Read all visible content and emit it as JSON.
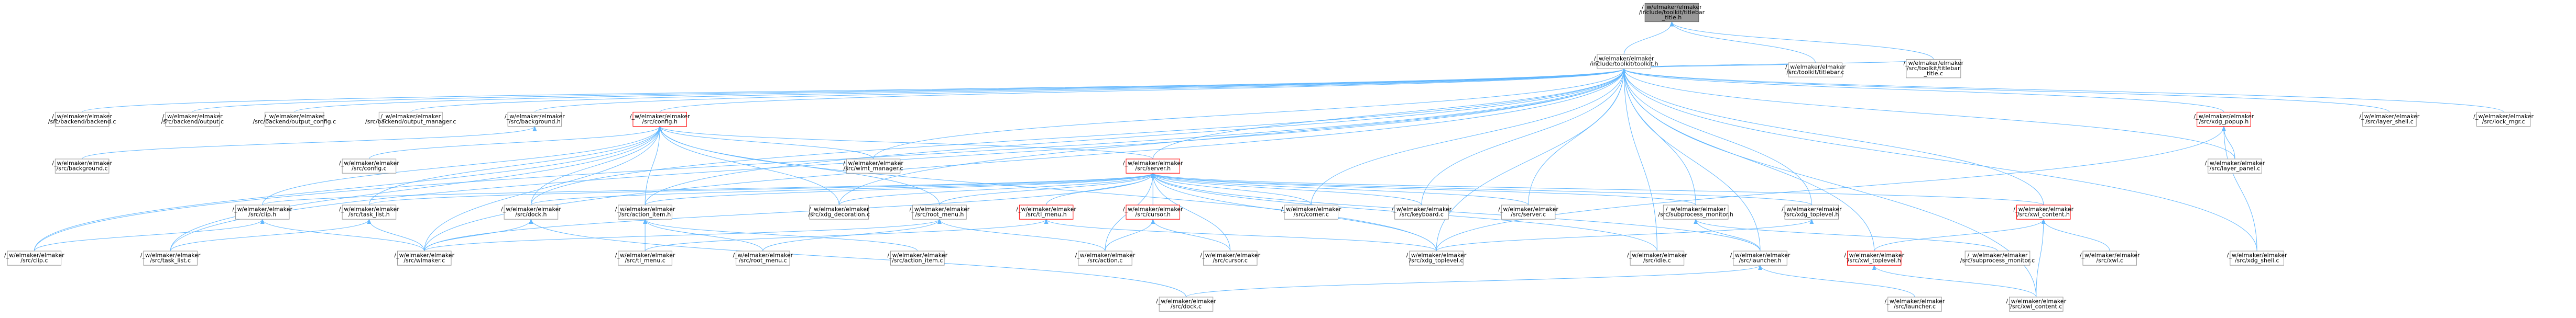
{
  "colors": {
    "edge": "#63b8ff",
    "node_fill": "#ffffff",
    "node_border": "#999999",
    "focus_fill": "#999999",
    "focus_border": "#666666",
    "red_border": "#ff0000"
  },
  "nodes": [
    {
      "id": "focus",
      "style": "focus",
      "lines": [
        "/_w/elmaker/elmaker",
        "/include/toolkit/titlebar",
        "_title.h"
      ]
    },
    {
      "id": "toolkit_h",
      "style": "normal",
      "lines": [
        "/_w/elmaker/elmaker",
        "/include/toolkit/toolkit.h"
      ]
    },
    {
      "id": "tk_titlebar_c",
      "style": "normal",
      "lines": [
        "/_w/elmaker/elmaker",
        "/src/toolkit/titlebar.c"
      ]
    },
    {
      "id": "tk_titlebar_title_c",
      "style": "normal",
      "lines": [
        "/_w/elmaker/elmaker",
        "/src/toolkit/titlebar",
        "_title.c"
      ]
    },
    {
      "id": "backend_h",
      "style": "normal",
      "lines": [
        "/_w/elmaker/elmaker",
        "/src/backend/backend.c"
      ]
    },
    {
      "id": "output_c",
      "style": "normal",
      "lines": [
        "/_w/elmaker/elmaker",
        "/src/backend/output.c"
      ]
    },
    {
      "id": "output_config_c",
      "style": "normal",
      "lines": [
        "/_w/elmaker/elmaker",
        "/src/backend/output_config.c"
      ]
    },
    {
      "id": "output_manager_c",
      "style": "normal",
      "lines": [
        "/_w/elmaker/elmaker",
        "/src/backend/output_manager.c"
      ]
    },
    {
      "id": "background_h",
      "style": "normal",
      "lines": [
        "/_w/elmaker/elmaker",
        "/src/background.h"
      ]
    },
    {
      "id": "config_h",
      "style": "red",
      "lines": [
        "/_w/elmaker/elmaker",
        "/src/config.h"
      ]
    },
    {
      "id": "xdg_popup_h",
      "style": "red",
      "lines": [
        "/_w/elmaker/elmaker",
        "/src/xdg_popup.h"
      ]
    },
    {
      "id": "layer_shell_c",
      "style": "normal",
      "lines": [
        "/_w/elmaker/elmaker",
        "/src/layer_shell.c"
      ]
    },
    {
      "id": "lock_mgr_c",
      "style": "normal",
      "lines": [
        "/_w/elmaker/elmaker",
        "/src/lock_mgr.c"
      ]
    },
    {
      "id": "background_c",
      "style": "normal",
      "lines": [
        "/_w/elmaker/elmaker",
        "/src/background.c"
      ]
    },
    {
      "id": "config_c",
      "style": "normal",
      "lines": [
        "/_w/elmaker/elmaker",
        "/src/config.c"
      ]
    },
    {
      "id": "wlr_manager_c",
      "style": "normal",
      "lines": [
        "/_w/elmaker/elmaker",
        "/src/wlmt_manager.c"
      ]
    },
    {
      "id": "server_h",
      "style": "red",
      "lines": [
        "/_w/elmaker/elmaker",
        "/src/server.h"
      ]
    },
    {
      "id": "layer_panel_c",
      "style": "normal",
      "lines": [
        "/_w/elmaker/elmaker",
        "/src/layer_panel.c"
      ]
    },
    {
      "id": "clip_h",
      "style": "normal",
      "lines": [
        "/_w/elmaker/elmaker",
        "/src/clip.h"
      ]
    },
    {
      "id": "task_list_h",
      "style": "normal",
      "lines": [
        "/_w/elmaker/elmaker",
        "/src/task_list.h"
      ]
    },
    {
      "id": "dock_h",
      "style": "normal",
      "lines": [
        "/_w/elmaker/elmaker",
        "/src/dock.h"
      ]
    },
    {
      "id": "action_item_h",
      "style": "normal",
      "lines": [
        "/_w/elmaker/elmaker",
        "/src/action_item.h"
      ]
    },
    {
      "id": "xdg_decoration_c",
      "style": "normal",
      "lines": [
        "/_w/elmaker/elmaker",
        "/src/xdg_decoration.c"
      ]
    },
    {
      "id": "root_menu_h",
      "style": "normal",
      "lines": [
        "/_w/elmaker/elmaker",
        "/src/root_menu.h"
      ]
    },
    {
      "id": "tl_menu_h",
      "style": "red",
      "lines": [
        "/_w/elmaker/elmaker",
        "/src/tl_menu.h"
      ]
    },
    {
      "id": "cursor_h",
      "style": "red",
      "lines": [
        "/_w/elmaker/elmaker",
        "/src/cursor.h"
      ]
    },
    {
      "id": "corner_c",
      "style": "normal",
      "lines": [
        "/_w/elmaker/elmaker",
        "/src/corner.c"
      ]
    },
    {
      "id": "keyboard_c",
      "style": "normal",
      "lines": [
        "/_w/elmaker/elmaker",
        "/src/keyboard.c"
      ]
    },
    {
      "id": "server_c",
      "style": "normal",
      "lines": [
        "/_w/elmaker/elmaker",
        "/src/server.c"
      ]
    },
    {
      "id": "subprocess_monitor_h",
      "style": "normal",
      "lines": [
        "/_w/elmaker/elmaker",
        "/src/subprocess_monitor.h"
      ]
    },
    {
      "id": "xdg_toplevel_h",
      "style": "normal",
      "lines": [
        "/_w/elmaker/elmaker",
        "/src/xdg_toplevel.h"
      ]
    },
    {
      "id": "xwl_content_h",
      "style": "red",
      "lines": [
        "/_w/elmaker/elmaker",
        "/src/xwl_content.h"
      ]
    },
    {
      "id": "xdg_shell_c",
      "style": "normal",
      "lines": [
        "/_w/elmaker/elmaker",
        "/src/xdg_shell.c"
      ]
    },
    {
      "id": "clip_c",
      "style": "normal",
      "lines": [
        "/_w/elmaker/elmaker",
        "/src/clip.c"
      ]
    },
    {
      "id": "task_list_c",
      "style": "normal",
      "lines": [
        "/_w/elmaker/elmaker",
        "/src/task_list.c"
      ]
    },
    {
      "id": "wlmaker_c",
      "style": "normal",
      "lines": [
        "/_w/elmaker/elmaker",
        "/src/wlmaker.c"
      ]
    },
    {
      "id": "tl_menu_c",
      "style": "normal",
      "lines": [
        "/_w/elmaker/elmaker",
        "/src/tl_menu.c"
      ]
    },
    {
      "id": "root_menu_c",
      "style": "normal",
      "lines": [
        "/_w/elmaker/elmaker",
        "/src/root_menu.c"
      ]
    },
    {
      "id": "action_item_c",
      "style": "normal",
      "lines": [
        "/_w/elmaker/elmaker",
        "/src/action_item.c"
      ]
    },
    {
      "id": "action_c",
      "style": "normal",
      "lines": [
        "/_w/elmaker/elmaker",
        "/src/action.c"
      ]
    },
    {
      "id": "cursor_c",
      "style": "normal",
      "lines": [
        "/_w/elmaker/elmaker",
        "/src/cursor.c"
      ]
    },
    {
      "id": "xdg_toplevel_c",
      "style": "normal",
      "lines": [
        "/_w/elmaker/elmaker",
        "/src/xdg_toplevel.c"
      ]
    },
    {
      "id": "idle_c",
      "style": "normal",
      "lines": [
        "/_w/elmaker/elmaker",
        "/src/idle.c"
      ]
    },
    {
      "id": "launcher_h",
      "style": "normal",
      "lines": [
        "/_w/elmaker/elmaker",
        "/src/launcher.h"
      ]
    },
    {
      "id": "xwl_toplevel_h",
      "style": "red",
      "lines": [
        "/_w/elmaker/elmaker",
        "/src/xwl_toplevel.h"
      ]
    },
    {
      "id": "subprocess_monitor_c",
      "style": "normal",
      "lines": [
        "/_w/elmaker/elmaker",
        "/src/subprocess_monitor.c"
      ]
    },
    {
      "id": "xwl_c",
      "style": "normal",
      "lines": [
        "/_w/elmaker/elmaker",
        "/src/xwl.c"
      ]
    },
    {
      "id": "dock_c",
      "style": "normal",
      "lines": [
        "/_w/elmaker/elmaker",
        "/src/dock.c"
      ]
    },
    {
      "id": "launcher_c",
      "style": "normal",
      "lines": [
        "/_w/elmaker/elmaker",
        "/src/launcher.c"
      ]
    },
    {
      "id": "xwl_content_c",
      "style": "normal",
      "lines": [
        "/_w/elmaker/elmaker",
        "/src/xwl_content.c"
      ]
    }
  ],
  "edges": [
    [
      "toolkit_h",
      "focus"
    ],
    [
      "tk_titlebar_c",
      "focus"
    ],
    [
      "tk_titlebar_title_c",
      "focus"
    ],
    [
      "backend_h",
      "toolkit_h"
    ],
    [
      "output_c",
      "toolkit_h"
    ],
    [
      "output_config_c",
      "toolkit_h"
    ],
    [
      "output_manager_c",
      "toolkit_h"
    ],
    [
      "background_h",
      "toolkit_h"
    ],
    [
      "config_h",
      "toolkit_h"
    ],
    [
      "tk_titlebar_c",
      "toolkit_h"
    ],
    [
      "tk_titlebar_title_c",
      "toolkit_h"
    ],
    [
      "xdg_popup_h",
      "toolkit_h"
    ],
    [
      "layer_shell_c",
      "toolkit_h"
    ],
    [
      "lock_mgr_c",
      "toolkit_h"
    ],
    [
      "server_h",
      "toolkit_h"
    ],
    [
      "wlr_manager_c",
      "toolkit_h"
    ],
    [
      "layer_panel_c",
      "toolkit_h"
    ],
    [
      "clip_c",
      "toolkit_h"
    ],
    [
      "task_list_c",
      "toolkit_h"
    ],
    [
      "wlmaker_c",
      "toolkit_h"
    ],
    [
      "xdg_toplevel_c",
      "toolkit_h"
    ],
    [
      "xwl_content_h",
      "toolkit_h"
    ],
    [
      "xdg_shell_c",
      "toolkit_h"
    ],
    [
      "corner_c",
      "toolkit_h"
    ],
    [
      "keyboard_c",
      "toolkit_h"
    ],
    [
      "server_c",
      "toolkit_h"
    ],
    [
      "subprocess_monitor_h",
      "toolkit_h"
    ],
    [
      "xdg_toplevel_h",
      "toolkit_h"
    ],
    [
      "launcher_h",
      "toolkit_h"
    ],
    [
      "xwl_toplevel_h",
      "toolkit_h"
    ],
    [
      "idle_c",
      "toolkit_h"
    ],
    [
      "xwl_content_c",
      "toolkit_h"
    ],
    [
      "dock_h",
      "toolkit_h"
    ],
    [
      "action_item_h",
      "toolkit_h"
    ],
    [
      "xdg_decoration_c",
      "toolkit_h"
    ],
    [
      "background_c",
      "background_h"
    ],
    [
      "config_c",
      "config_h"
    ],
    [
      "wlr_manager_c",
      "config_h"
    ],
    [
      "server_h",
      "config_h"
    ],
    [
      "clip_h",
      "config_h"
    ],
    [
      "task_list_h",
      "config_h"
    ],
    [
      "dock_h",
      "config_h"
    ],
    [
      "xdg_decoration_c",
      "config_h"
    ],
    [
      "action_item_h",
      "config_h"
    ],
    [
      "wlmaker_c",
      "config_h"
    ],
    [
      "clip_c",
      "config_h"
    ],
    [
      "task_list_c",
      "config_h"
    ],
    [
      "xdg_toplevel_c",
      "config_h"
    ],
    [
      "root_menu_h",
      "config_h"
    ],
    [
      "layer_panel_c",
      "xdg_popup_h"
    ],
    [
      "xdg_shell_c",
      "xdg_popup_h"
    ],
    [
      "xdg_toplevel_c",
      "xdg_popup_h"
    ],
    [
      "clip_h",
      "server_h"
    ],
    [
      "task_list_h",
      "server_h"
    ],
    [
      "dock_h",
      "server_h"
    ],
    [
      "action_item_h",
      "server_h"
    ],
    [
      "xdg_decoration_c",
      "server_h"
    ],
    [
      "root_menu_h",
      "server_h"
    ],
    [
      "tl_menu_h",
      "server_h"
    ],
    [
      "cursor_h",
      "server_h"
    ],
    [
      "corner_c",
      "server_h"
    ],
    [
      "keyboard_c",
      "server_h"
    ],
    [
      "server_c",
      "server_h"
    ],
    [
      "subprocess_monitor_h",
      "server_h"
    ],
    [
      "xdg_toplevel_h",
      "server_h"
    ],
    [
      "xwl_content_h",
      "server_h"
    ],
    [
      "wlmaker_c",
      "server_h"
    ],
    [
      "action_c",
      "server_h"
    ],
    [
      "cursor_c",
      "server_h"
    ],
    [
      "xdg_toplevel_c",
      "server_h"
    ],
    [
      "launcher_h",
      "server_h"
    ],
    [
      "idle_c",
      "server_h"
    ],
    [
      "clip_c",
      "clip_h"
    ],
    [
      "wlmaker_c",
      "clip_h"
    ],
    [
      "task_list_c",
      "task_list_h"
    ],
    [
      "wlmaker_c",
      "task_list_h"
    ],
    [
      "dock_c",
      "dock_h"
    ],
    [
      "wlmaker_c",
      "dock_h"
    ],
    [
      "action_item_c",
      "action_item_h"
    ],
    [
      "root_menu_c",
      "action_item_h"
    ],
    [
      "tl_menu_c",
      "action_item_h"
    ],
    [
      "root_menu_c",
      "root_menu_h"
    ],
    [
      "action_c",
      "root_menu_h"
    ],
    [
      "wlmaker_c",
      "root_menu_h"
    ],
    [
      "tl_menu_c",
      "tl_menu_h"
    ],
    [
      "xdg_toplevel_c",
      "tl_menu_h"
    ],
    [
      "action_c",
      "cursor_h"
    ],
    [
      "cursor_c",
      "cursor_h"
    ],
    [
      "subprocess_monitor_c",
      "subprocess_monitor_h"
    ],
    [
      "launcher_h",
      "subprocess_monitor_h"
    ],
    [
      "xdg_toplevel_c",
      "xdg_toplevel_h"
    ],
    [
      "xwl_toplevel_h",
      "xwl_content_h"
    ],
    [
      "xwl_content_c",
      "xwl_content_h"
    ],
    [
      "xwl_c",
      "xwl_content_h"
    ],
    [
      "xwl_content_c",
      "xwl_toplevel_h"
    ],
    [
      "launcher_c",
      "launcher_h"
    ],
    [
      "dock_c",
      "launcher_h"
    ]
  ]
}
